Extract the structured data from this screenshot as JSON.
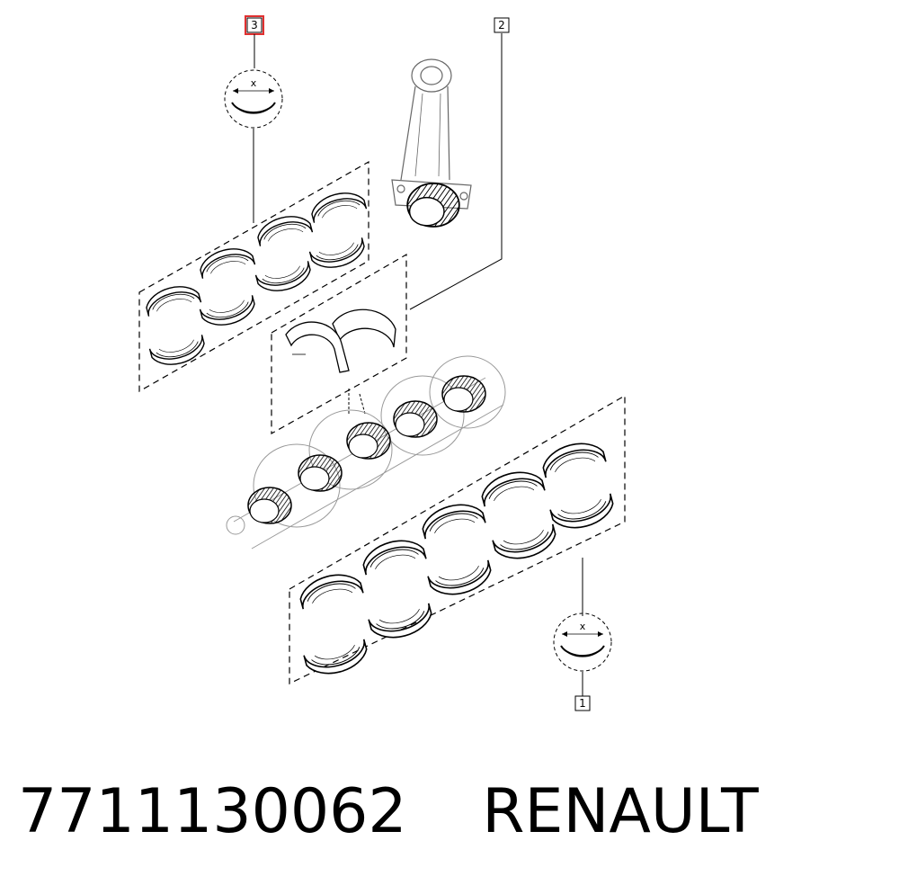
{
  "callouts": [
    {
      "id": "3",
      "label": "3",
      "highlighted": true,
      "highlight_color": "#e03030"
    },
    {
      "id": "2",
      "label": "2",
      "highlighted": false
    },
    {
      "id": "1",
      "label": "1",
      "highlighted": false
    }
  ],
  "detail_marks": {
    "top": "x",
    "bottom": "x"
  },
  "caption": {
    "part_number": "7711130062",
    "brand": "RENAULT"
  },
  "colors": {
    "line": "#000000",
    "background": "#ffffff",
    "highlight": "#e03030"
  }
}
